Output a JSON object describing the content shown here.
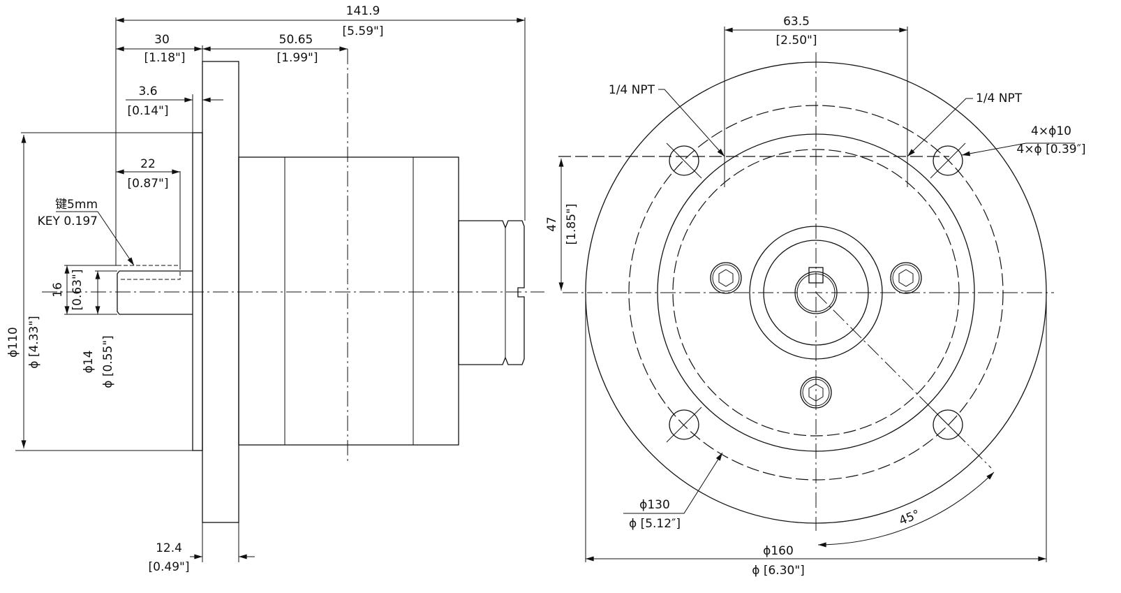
{
  "side_view": {
    "overall_length": {
      "mm": "141.9",
      "in": "[5.59\"]"
    },
    "shaft_length": {
      "mm": "30",
      "in": "[1.18\"]"
    },
    "body_to_center": {
      "mm": "50.65",
      "in": "[1.99\"]"
    },
    "pilot_depth": {
      "mm": "3.6",
      "in": "[0.14\"]"
    },
    "key_length": {
      "mm": "22",
      "in": "[0.87\"]"
    },
    "key_note": {
      "cn": "键5mm",
      "en": "KEY 0.197"
    },
    "key_height": {
      "mm": "16",
      "in": "[0.63\"]"
    },
    "pilot_diameter": {
      "mm": "ϕ110",
      "in": "ϕ [4.33\"]"
    },
    "shaft_diameter": {
      "mm": "ϕ14",
      "in": "ϕ [0.55\"]"
    },
    "flange_thickness": {
      "mm": "12.4",
      "in": "[0.49\"]"
    }
  },
  "front_view": {
    "port_spacing": {
      "mm": "63.5",
      "in": "[2.50\"]"
    },
    "port_left": "1/4 NPT",
    "port_right": "1/4 NPT",
    "holes": {
      "mm": "4×ϕ10",
      "in": "4×ϕ [0.39″]"
    },
    "port_height": {
      "mm": "47",
      "in": "[1.85\"]"
    },
    "bolt_circle": {
      "mm": "ϕ130",
      "in": "ϕ [5.12″]"
    },
    "angle": "45°",
    "outer_diameter": {
      "mm": "ϕ160",
      "in": "ϕ [6.30\"]"
    }
  }
}
